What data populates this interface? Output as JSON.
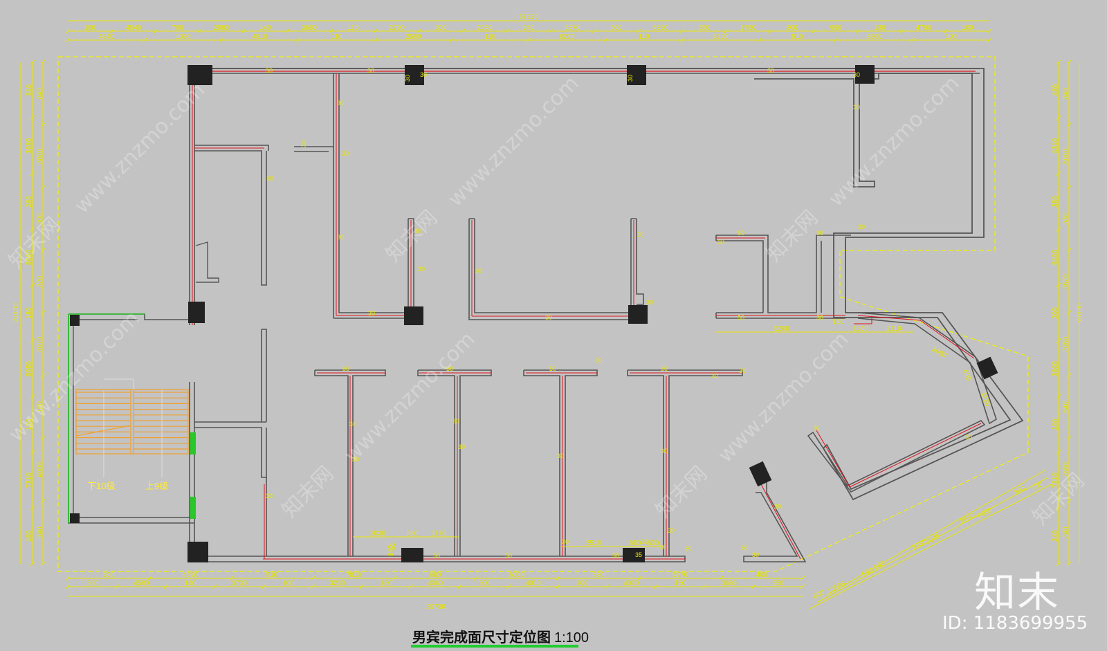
{
  "title": {
    "text": "男宾完成面尺寸定位图",
    "scale": "1:100"
  },
  "watermark": {
    "logo": "知末",
    "id": "ID: 1183699955",
    "site": "www.znzmo.com",
    "brand": "知末网"
  },
  "colors": {
    "background": "#c3c3c3",
    "wall": "#555555",
    "wall_fill": "#c9c9c9",
    "finish_line": "#e0141e",
    "dimension": "#e8e600",
    "column": "#222222",
    "stair": "#f0a030",
    "door": "#28c828",
    "boundary": "#f2f200"
  },
  "dimensions": {
    "top_overall": "57230",
    "top_row1": [
      "100",
      "4540",
      "700",
      "2080",
      "140",
      "3680",
      "110",
      "2790",
      "300",
      "2080",
      "240",
      "6370",
      "500",
      "5390",
      "250",
      "1750",
      "300",
      "990",
      "130",
      "4790",
      "100"
    ],
    "top_row2": [
      "4840",
      "1090",
      "4810",
      "110",
      "2590",
      "110",
      "8270",
      "110",
      "8290",
      "510",
      "3800",
      "100"
    ],
    "bottom_row1": [
      "300",
      "4590",
      "510",
      "7810",
      "680",
      "6000",
      "880",
      "5970",
      "400"
    ],
    "bottom_row2": [
      "300",
      "4590",
      "140",
      "3730",
      "100",
      "3230",
      "180",
      "4060",
      "300",
      "4010",
      "100",
      "4020",
      "150",
      "3685",
      "350"
    ],
    "bottom_overall": "29730",
    "left_overall": "20130",
    "left_row1": [
      "310",
      "3930",
      "280",
      "5090",
      "180",
      "5950",
      "120",
      "7310",
      "150"
    ],
    "left_row2": [
      "340",
      "3800",
      "300",
      "320",
      "3010",
      "180",
      "4800",
      "340"
    ],
    "right_overall": "20130",
    "right_row1": [
      "430",
      "4310",
      "350",
      "6100",
      "200",
      "3600",
      "100",
      "7310",
      "240"
    ],
    "right_row2": [
      "340",
      "5000",
      "330",
      "3520",
      "2050",
      "640",
      "7680",
      "240"
    ],
    "diagonal": [
      "700",
      "6650",
      "7045",
      "160",
      "10505",
      "200",
      "2650",
      "2350",
      "650",
      "800"
    ],
    "interior": [
      "5200",
      "160",
      "1360",
      "2110",
      "3090",
      "2030",
      "880",
      "1170",
      "2510",
      "880",
      "630",
      "340",
      "430",
      "1120"
    ]
  },
  "finish_marks": [
    "30",
    "50",
    "35",
    "32"
  ],
  "stairs": {
    "down": "下10级",
    "up": "上9级"
  }
}
